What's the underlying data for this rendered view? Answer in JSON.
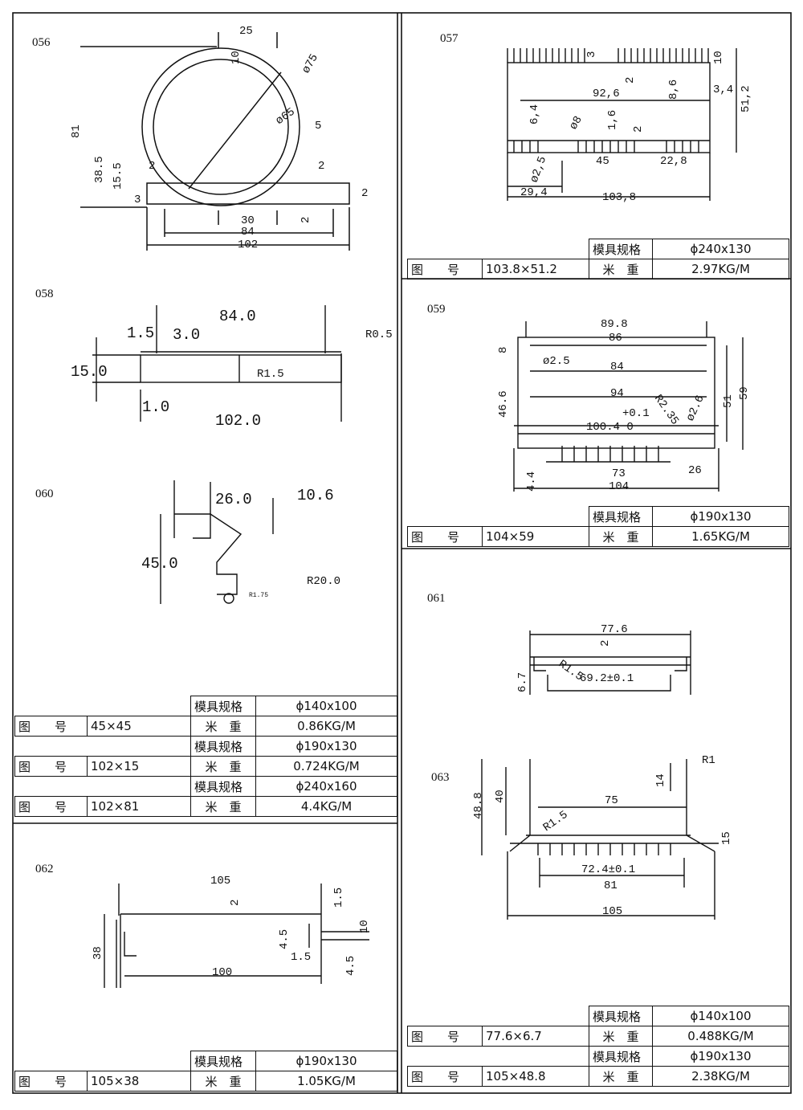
{
  "panels": {
    "p056": {
      "id": "056",
      "dims": [
        "25",
        "10",
        "ø75",
        "ø65",
        "5",
        "81",
        "38.5",
        "15.5",
        "2",
        "3",
        "2",
        "2",
        "30",
        "84",
        "102",
        "2"
      ]
    },
    "p057": {
      "id": "057",
      "dims": [
        "3",
        "2",
        "10",
        "92,6",
        "8,6",
        "3,4",
        "51,2",
        "6,4",
        "ø8",
        "1,6",
        "2",
        "45",
        "22,8",
        "ø2,5",
        "29,4",
        "103,8"
      ]
    },
    "p058": {
      "id": "058",
      "dims": [
        "84.0",
        "1.5",
        "3.0",
        "R0.5",
        "15.0",
        "R1.5",
        "1.0",
        "102.0"
      ]
    },
    "p059": {
      "id": "059",
      "dims": [
        "89.8",
        "86",
        "8",
        "ø2.5",
        "84",
        "46.6",
        "94",
        "51",
        "59",
        "+0.1",
        "R2.35",
        "ø2.6",
        "100.4 0",
        "4.4",
        "73",
        "26",
        "104"
      ]
    },
    "p060": {
      "id": "060",
      "dims": [
        "26.0",
        "10.6",
        "45.0",
        "R20.0",
        "R1.75"
      ]
    },
    "p061": {
      "id": "061",
      "dims": [
        "77.6",
        "2",
        "6.7",
        "R1.5",
        "69.2±0.1"
      ]
    },
    "p062": {
      "id": "062",
      "dims": [
        "105",
        "2",
        "1.5",
        "10",
        "38",
        "4.5",
        "1.5",
        "100",
        "4.5"
      ]
    },
    "p063": {
      "id": "063",
      "dims": [
        "R1",
        "14",
        "48.8",
        "40",
        "75",
        "R1.5",
        "15",
        "72.4±0.1",
        "81",
        "105"
      ]
    }
  },
  "labels": {
    "mold_spec": "模具规格",
    "drawing_no": "图　　号",
    "weight_per_m": "米　重"
  },
  "tables": [
    {
      "key": "t057",
      "rows": [
        {
          "spec": "ϕ240x130",
          "size": "103.8×51.2",
          "weight": "2.97KG/M"
        }
      ]
    },
    {
      "key": "t059",
      "rows": [
        {
          "spec": "ϕ190x130",
          "size": "104×59",
          "weight": "1.65KG/M"
        }
      ]
    },
    {
      "key": "tleft",
      "rows": [
        {
          "spec": "ϕ140x100",
          "size": "45×45",
          "weight": "0.86KG/M"
        },
        {
          "spec": "ϕ190x130",
          "size": "102×15",
          "weight": "0.724KG/M"
        },
        {
          "spec": "ϕ240x160",
          "size": "102×81",
          "weight": "4.4KG/M"
        }
      ]
    },
    {
      "key": "t062",
      "rows": [
        {
          "spec": "ϕ190x130",
          "size": "105×38",
          "weight": "1.05KG/M"
        }
      ]
    },
    {
      "key": "tright",
      "rows": [
        {
          "spec": "ϕ140x100",
          "size": "77.6×6.7",
          "weight": "0.488KG/M"
        },
        {
          "spec": "ϕ190x130",
          "size": "105×48.8",
          "weight": "2.38KG/M"
        }
      ]
    }
  ]
}
